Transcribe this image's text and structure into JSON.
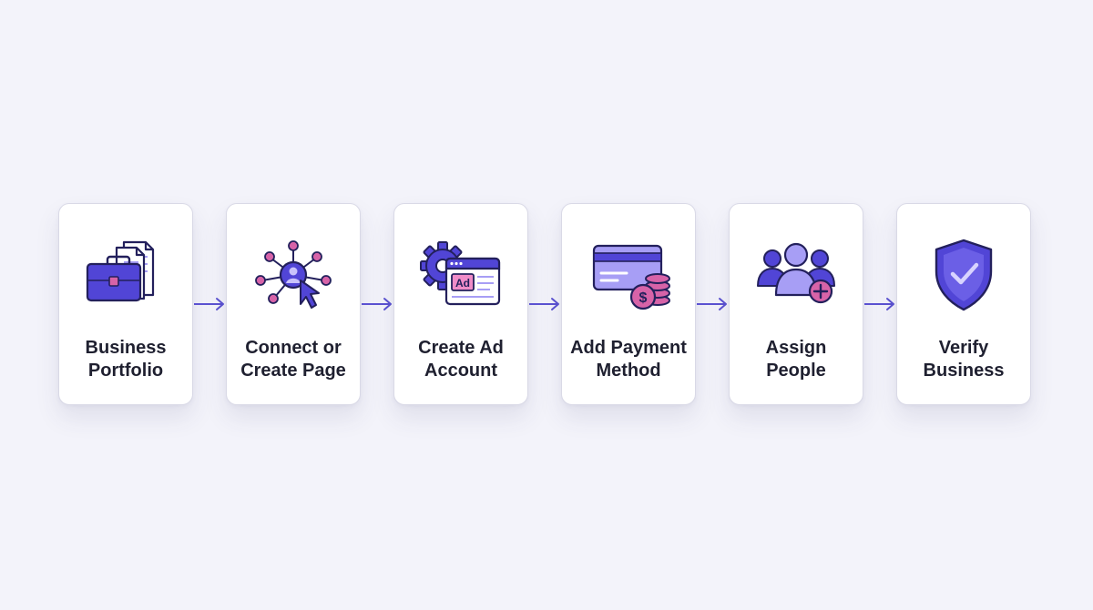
{
  "colors": {
    "background": "#f3f3fa",
    "primary": "#5145d6",
    "primary_light": "#a79ef5",
    "pink": "#d763a8",
    "outline": "#23205c",
    "arrow": "#5b52d1"
  },
  "steps": [
    {
      "label_line1": "Business",
      "label_line2": "Portfolio",
      "icon": "briefcase-documents-icon"
    },
    {
      "label_line1": "Connect or",
      "label_line2": "Create Page",
      "icon": "network-cursor-icon"
    },
    {
      "label_line1": "Create Ad",
      "label_line2": "Account",
      "icon": "gear-ad-window-icon",
      "icon_text": "Ad"
    },
    {
      "label_line1": "Add Payment",
      "label_line2": "Method",
      "icon": "credit-card-coins-icon",
      "icon_text": "$"
    },
    {
      "label_line1": "Assign",
      "label_line2": "People",
      "icon": "people-add-icon",
      "icon_text": "+"
    },
    {
      "label_line1": "Verify",
      "label_line2": "Business",
      "icon": "shield-check-icon"
    }
  ]
}
